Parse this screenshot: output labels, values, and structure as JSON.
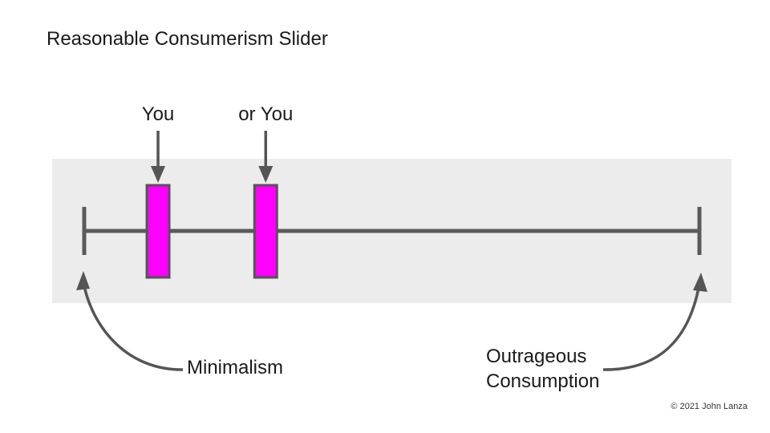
{
  "title": "Reasonable Consumerism Slider",
  "slider": {
    "min_label": "Minimalism",
    "max_label_line1": "Outrageous",
    "max_label_line2": "Consumption",
    "markers": [
      {
        "label": "You",
        "position": 0.12
      },
      {
        "label": "or You",
        "position": 0.295
      }
    ]
  },
  "copyright": "© 2021 John Lanza",
  "colors": {
    "panel": "#ececec",
    "track": "#5a5a5a",
    "handle_fill": "#ff00ff",
    "handle_stroke": "#555555",
    "arrow": "#555555"
  }
}
